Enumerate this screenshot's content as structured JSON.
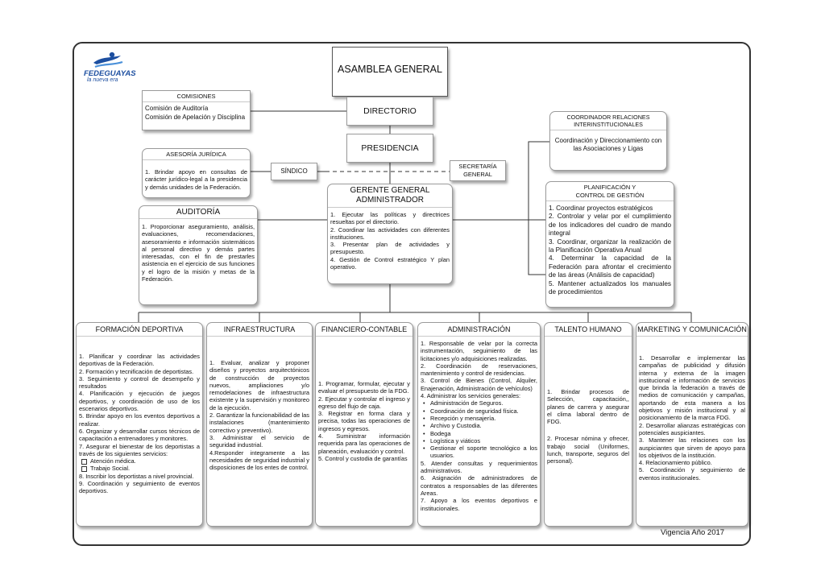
{
  "logo": {
    "name": "FEDEGUAYAS",
    "tagline": "la nueva era",
    "color": "#1d4fa0"
  },
  "asamblea": "ASAMBLEA GENERAL",
  "directorio": "DIRECTORIO",
  "presidencia": "PRESIDENCIA",
  "sindico": "SÍNDICO",
  "secretaria": "SECRETARÍA GENERAL",
  "comisiones": {
    "title": "COMISIONES",
    "items": [
      "Comisión de Auditoría",
      "Comisión de Apelación y Disciplina"
    ]
  },
  "asesoria": {
    "title": "ASESORÍA JURÍDICA",
    "text": "1. Brindar apoyo en consultas de carácter jurídico-legal a la presidencia y demás unidades de la Federación."
  },
  "auditoria": {
    "title": "AUDITORÍA",
    "text": "1. Proporcionar aseguramiento, análisis, evaluaciones, recomendaciones, asesoramiento e información sistemáticos al personal directivo y demás partes interesadas, con el fin de prestarles asistencia en el ejercicio de sus funciones y el logro de la misión y metas de la Federación."
  },
  "gerente": {
    "title": "GERENTE GENERAL ADMINISTRADOR",
    "items": [
      "1. Ejecutar las políticas y directrices resueltas por el directorio.",
      "2. Coordinar las actividades con diferentes instituciones.",
      "3. Presentar plan de actividades y presupuesto.",
      "4. Gestión de Control estratégico Y plan operativo."
    ]
  },
  "coordinador": {
    "title": "COORDINADOR RELACIONES INTERINSTITUCIONALES",
    "text": "Coordinación y Direccionamiento con las Asociaciones y Ligas"
  },
  "planificacion": {
    "title": "PLANIFICACIÓN Y CONTROL DE GESTIÓN",
    "items": [
      "1. Coordinar proyectos estratégicos",
      "2. Controlar y velar por el cumplimiento de los indicadores del cuadro de mando integral",
      "3. Coordinar, organizar la realización de la Planificación Operativa Anual",
      "4. Determinar la capacidad de la Federación para afrontar el crecimiento de las áreas (Análisis de capacidad)",
      "5. Mantener actualizados los manuales de procedimientos"
    ]
  },
  "formacion": {
    "title": "FORMACIÓN DEPORTIVA",
    "items": [
      "1. Planificar y coordinar las actividades deportivas de la Federación.",
      "2. Formación y tecnificación de deportistas.",
      "3. Seguimiento y control de desempeño y resultados",
      "4. Planificación y ejecución de juegos deportivos, y coordinación de uso de los escenarios deportivos.",
      "5. Brindar apoyo en los eventos deportivos a realizar.",
      "6. Organizar y desarrollar cursos técnicos de capacitación a entrenadores y monitores.",
      "7. Asegurar el bienestar de los deportistas a través de los siguientes servicios:"
    ],
    "subitems": [
      "Atención médica.",
      "Trabajo Social."
    ],
    "items2": [
      "8. Inscribir los deportistas a nivel provincial.",
      "9. Coordinación y seguimiento de eventos deportivos."
    ]
  },
  "infraestructura": {
    "title": "INFRAESTRUCTURA",
    "items": [
      "1. Evaluar, analizar y proponer diseños y proyectos arquitectónicos de construcción de proyectos nuevos, ampliaciones y/o remodelaciones de infraestructura existente y la supervisión y monitoreo de la ejecución.",
      "2. Garantizar la funcionabilidad de las instalaciones (mantenimiento correctivo y preventivo).",
      "3. Administrar el servicio de seguridad industrial.",
      "4.Responder integramente a las necesidades de seguridad industrial y disposiciones de los entes de control."
    ]
  },
  "financiero": {
    "title": "FINANCIERO-CONTABLE",
    "items": [
      "1. Programar, formular, ejecutar y evaluar el presupuesto de la FDG.",
      "2. Ejecutar y controlar el ingreso y egreso del flujo de caja.",
      "3. Registrar en forma clara y precisa, todas las operaciones de ingresos y egresos.",
      "4. Suministrar información requerida para las operaciones de planeación, evaluación y control.",
      "5. Control y custodia de garantías"
    ]
  },
  "administracion": {
    "title": "ADMINISTRACIÓN",
    "items": [
      "1. Responsable de velar por la correcta instrumentación, seguimiento de las licitaciones y/o adquisiciones realizadas.",
      "2. Coordinación de reservaciones, mantenimiento y control de residencias.",
      "3. Control de Bienes (Control, Alquiler, Enajenación, Administración de vehículos)",
      "4. Administrar los servicios generales:"
    ],
    "bullets": [
      "Administración de Seguros.",
      "Coordinación de seguridad física.",
      "Recepción y mensajería.",
      "Archivo y Custodia.",
      "Bodega",
      "Logística y viáticos",
      "Gestionar el soporte tecnológico a los usuarios."
    ],
    "items2": [
      "5. Atender consultas y requerimientos administrativos.",
      "6. Asignación de administradores de contratos a responsables de las diferentes Areas.",
      "7. Apoyo a los eventos deportivos e institucionales."
    ]
  },
  "talento": {
    "title": "TALENTO HUMANO",
    "items": [
      "1. Brindar procesos de Selección, capacitación,, planes de carrera y asegurar el clima laboral dentro de FDG.",
      "2. Procesar nómina y ofrecer, trabajo social (Uniformes, lunch, transporte, seguros del personal)."
    ]
  },
  "marketing": {
    "title": "MARKETING Y COMUNICACIÓN",
    "items": [
      "1. Desarrollar e implementar las campañas de publicidad y difusión interna y externa de la imagen institucional e información de servicios que brinda la federación a través de medios de comunicación y campañas, aportando de esta manera a los objetivos y misión institucional y al posicionamiento de la marca FDG.",
      "2. Desarrollar alianzas estratégicas con potenciales auspiciantes.",
      "3. Mantener las relaciones con los auspiciantes que sirven de apoyo para los objetivos de la institución.",
      "4. Relacionamiento público.",
      "5. Coordinación y seguimiento de eventos institucionales."
    ]
  },
  "vigencia": "Vigencia Año 2017"
}
